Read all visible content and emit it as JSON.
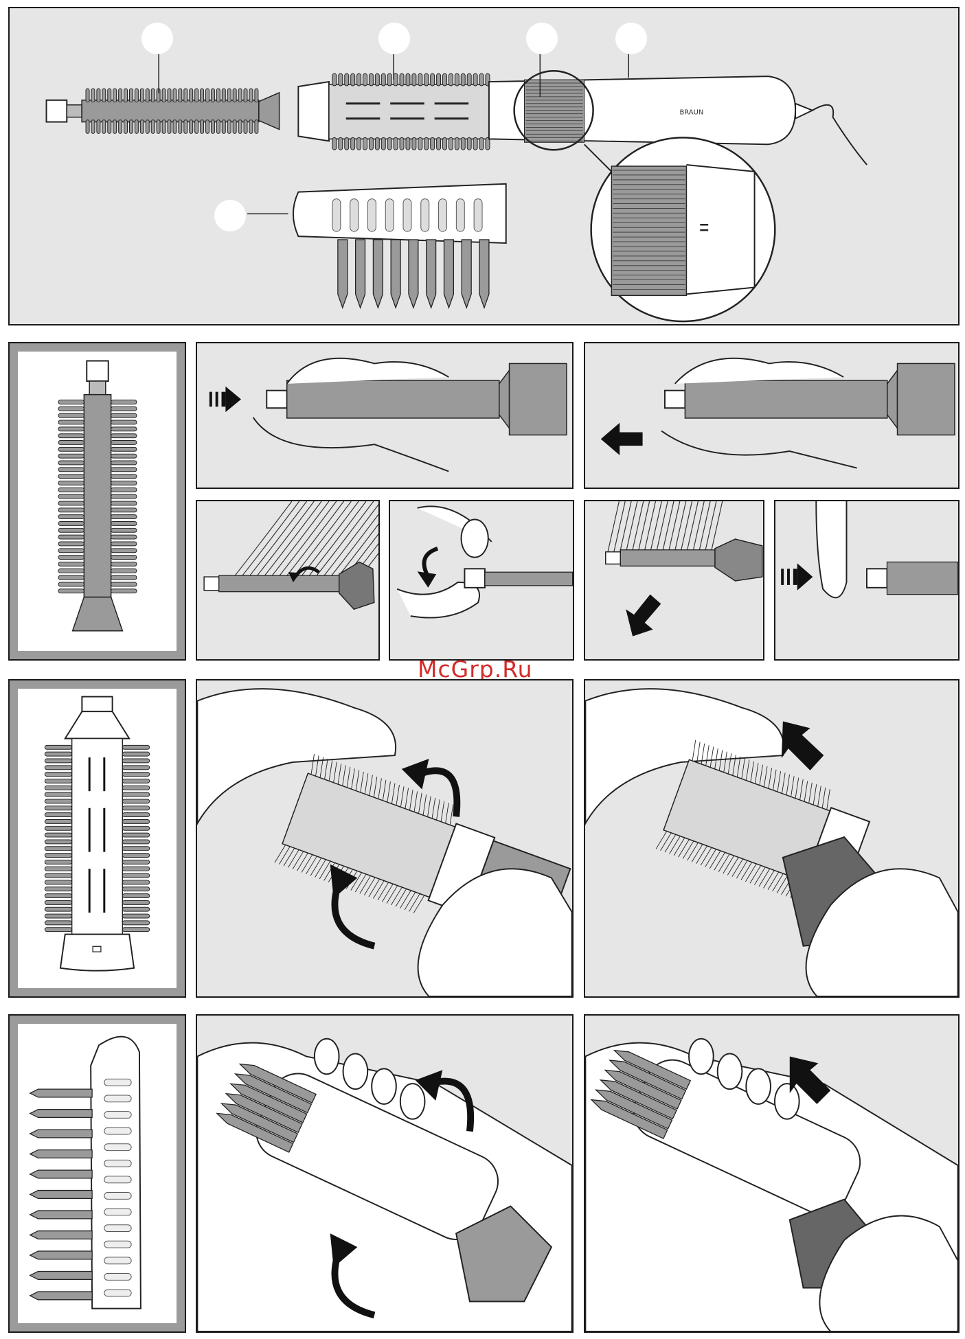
{
  "overview": {
    "brand_label": "BRAUN",
    "callouts": [
      "",
      "",
      "",
      "",
      ""
    ]
  },
  "watermark": {
    "text": "McGrp.Ru"
  },
  "sections": [
    {
      "id": "volume-brush",
      "steps": 6
    },
    {
      "id": "round-brush",
      "steps": 2
    },
    {
      "id": "styling-comb",
      "steps": 2
    }
  ],
  "colors": {
    "panel_bg": "#e6e6e6",
    "frame_grey": "#9b9b9b",
    "accessory_grey": "#9a9a9a",
    "arrow_black": "#111111",
    "watermark_red": "#d42a2a"
  },
  "icons": [
    "motion-arrow-icon",
    "rotate-arrow-icon",
    "pull-arrow-icon",
    "push-arrow-icon"
  ]
}
